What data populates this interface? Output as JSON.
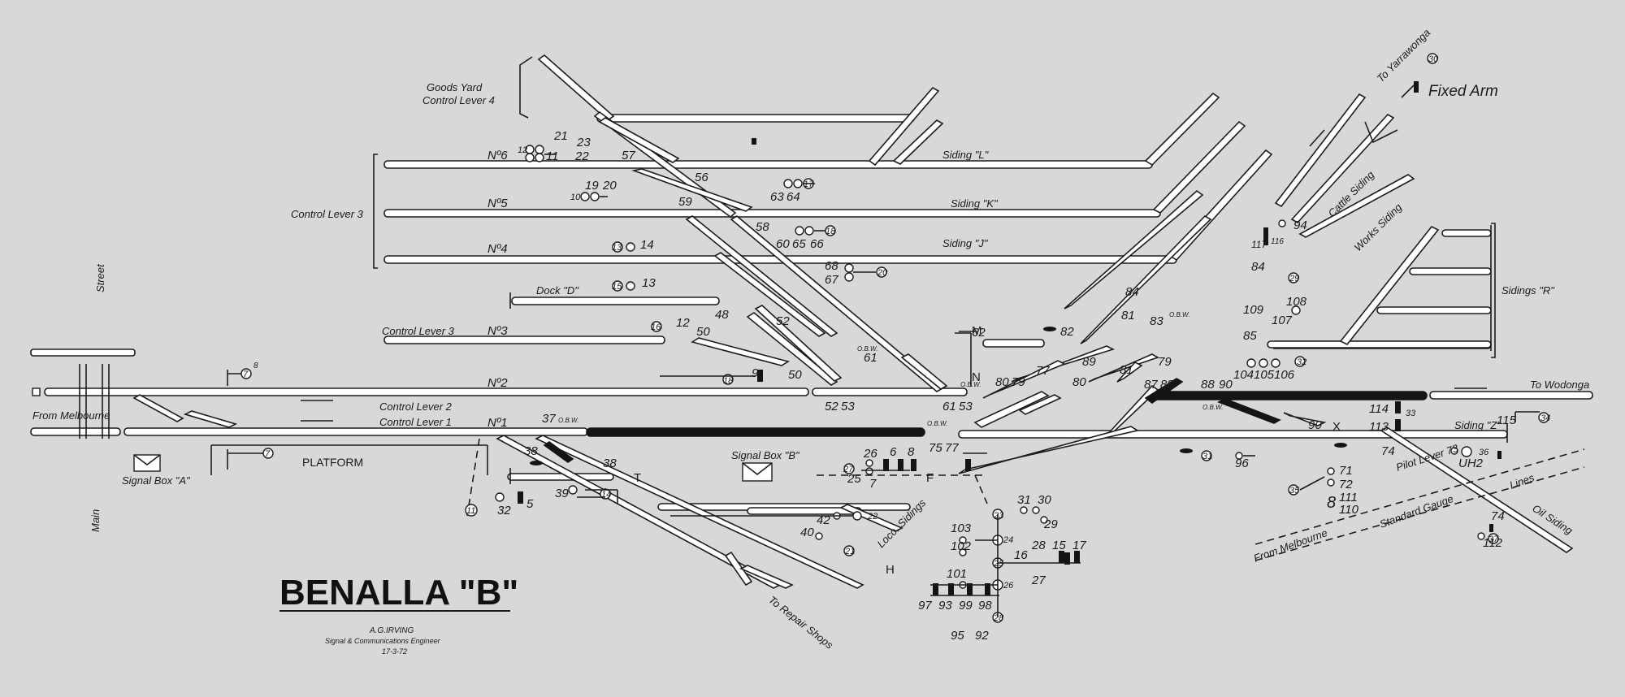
{
  "title": "BENALLA \"B\"",
  "engineer": {
    "name": "A.G.IRVING",
    "role": "Signal & Communications Engineer",
    "date": "17-3-72"
  },
  "labels": {
    "goods_yard": "Goods Yard",
    "goods_yard_lever": "Control Lever 4",
    "control_lever_3": "Control Lever 3",
    "control_lever_3b": "Control Lever 3",
    "control_lever_2": "Control Lever 2",
    "control_lever_1": "Control Lever 1",
    "pilot_lever": "Pilot Lever 73",
    "road_no6": "Nº6",
    "road_no5": "Nº5",
    "road_no4": "Nº4",
    "road_no3": "Nº3",
    "road_no2": "Nº2",
    "road_no1": "Nº1",
    "siding_l": "Siding \"L\"",
    "siding_k": "Siding \"K\"",
    "siding_j": "Siding \"J\"",
    "siding_z": "Siding \"Z\"",
    "sidings_r": "Sidings \"R\"",
    "dock_d": "Dock \"D\"",
    "platform": "PLATFORM",
    "from_melbourne": "From Melbourne",
    "to_wodonga": "To Wodonga",
    "to_yarrawonga": "To Yarrawonga",
    "fixed_arm": "Fixed Arm",
    "cattle_siding": "Cattle Siding",
    "works_siding": "Works Siding",
    "signal_box_a": "Signal Box \"A\"",
    "signal_box_b": "Signal Box \"B\"",
    "loco_sidings": "Loco. Sidings",
    "to_repair_shops": "To Repair Shops",
    "oil_siding": "Oil Siding",
    "standard_gauge": "Standard Gauge",
    "lines": "Lines",
    "from_melbourne_sg": "From Melbourne",
    "street": "Street",
    "main": "Main",
    "m": "M",
    "n": "N",
    "t": "T",
    "f": "F",
    "h": "H",
    "x": "X",
    "obw": "O.B.W."
  },
  "levers": {
    "n_21": "21",
    "n_23": "23",
    "n_12": "12",
    "n_11": "11",
    "n_22": "22",
    "n_57": "57",
    "n_56": "56",
    "n_19": "19",
    "n_20": "20",
    "n_10": "10",
    "n_63": "63",
    "n_64": "64",
    "n_17a": "17",
    "n_59": "59",
    "n_58": "58",
    "n_60": "60",
    "n_65": "65",
    "n_66": "66",
    "n_18a": "18",
    "n_13a": "13",
    "n_14a": "14",
    "n_68": "68",
    "n_67": "67",
    "n_20b": "20",
    "n_15a": "15",
    "n_13b": "13",
    "n_48": "48",
    "n_52a": "52",
    "n_16": "16",
    "n_12b": "12",
    "n_50a": "50",
    "n_50b": "50",
    "n_9": "9",
    "n_18b": "18",
    "n_61a": "61",
    "n_62": "62",
    "n_82": "82",
    "n_84a": "84",
    "n_81a": "81",
    "n_83": "83",
    "n_89": "89",
    "n_77": "77",
    "n_80a": "80",
    "n_79a": "79",
    "n_80b": "80",
    "n_81b": "81",
    "n_79b": "79",
    "n_52b": "52",
    "n_53a": "53",
    "n_61b": "61",
    "n_53b": "53",
    "n_37": "37",
    "n_87": "87",
    "n_88a": "88",
    "n_88b": "88",
    "n_90a": "90",
    "n_90b": "90",
    "n_114": "114",
    "n_113": "113",
    "n_33": "33",
    "n_115": "115",
    "n_34": "34",
    "n_84b": "84",
    "n_29": "29",
    "n_109": "109",
    "n_108": "108",
    "n_107": "107",
    "n_85": "85",
    "n_104": "104",
    "n_105": "105",
    "n_106": "106",
    "n_32a": "32",
    "n_117": "117",
    "n_116": "116",
    "n_94": "94",
    "n_30": "30",
    "n_8": "8",
    "n_7a": "7",
    "n_7b": "7",
    "n_38a": "38",
    "n_38b": "38",
    "n_11b": "11",
    "n_32b": "32",
    "n_5": "5",
    "n_39": "39",
    "n_14b": "14",
    "n_26": "26",
    "n_6": "6",
    "n_8b": "8",
    "n_75": "75",
    "n_77b": "77",
    "n_27a": "27",
    "n_25a": "25",
    "n_7c": "7",
    "n_42": "42",
    "n_22b": "22",
    "n_40": "40",
    "n_21b": "21",
    "n_31a": "31",
    "n_30b": "30",
    "n_23b": "23",
    "n_29b": "29",
    "n_103": "103",
    "n_24": "24",
    "n_102": "102",
    "n_28a": "28",
    "n_15b": "15",
    "n_17b": "17",
    "n_16b": "16",
    "n_25b": "25",
    "n_27b": "27",
    "n_101": "101",
    "n_26b": "26",
    "n_97": "97",
    "n_93": "93",
    "n_99": "99",
    "n_98": "98",
    "n_95": "95",
    "n_92": "92",
    "n_28b": "28",
    "n_31b": "31",
    "n_96": "96",
    "n_74a": "74",
    "n_36": "36",
    "n_uh2": "UH2",
    "n_35": "35",
    "n_71": "71",
    "n_72": "72",
    "n_111": "111",
    "n_110": "110",
    "n_8c": "8",
    "n_74b": "74",
    "n_112": "112",
    "n_37b": "37"
  }
}
